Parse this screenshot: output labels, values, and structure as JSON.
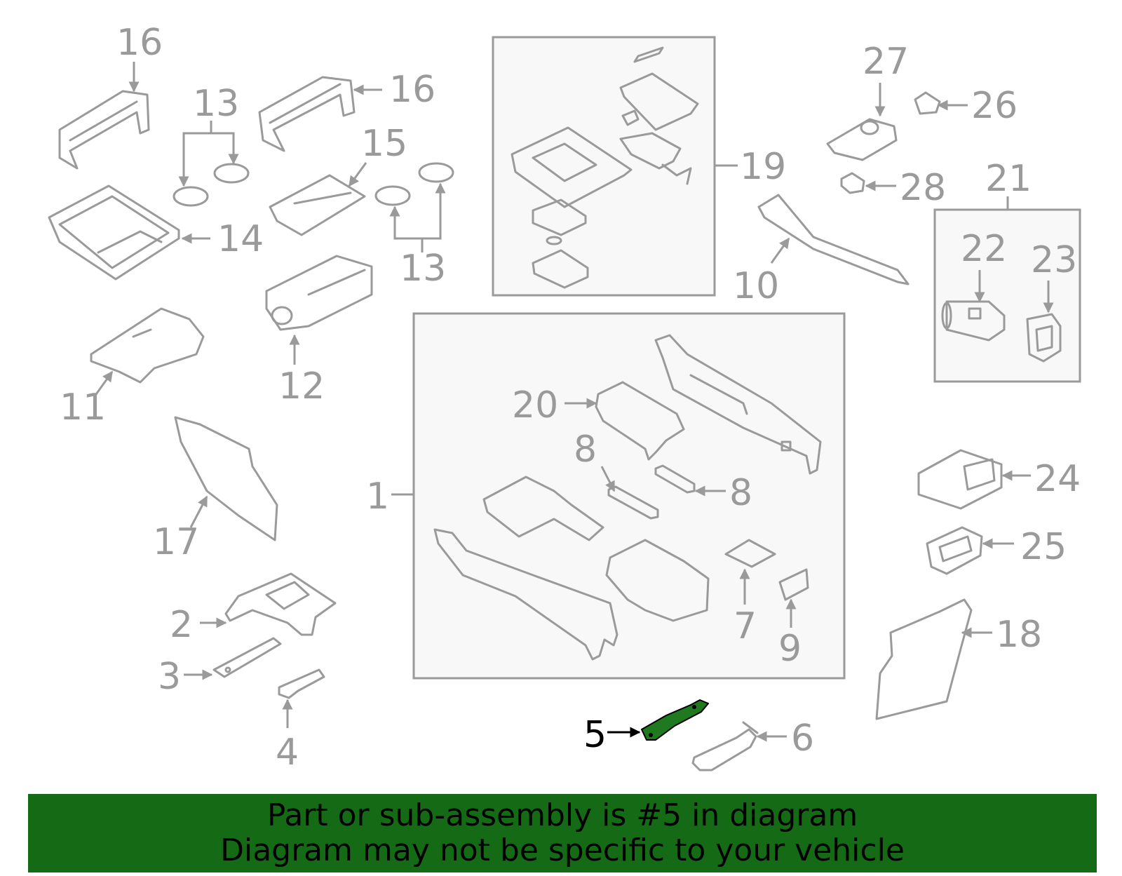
{
  "diagram": {
    "highlighted_part": "5",
    "callouts": {
      "c1": "1",
      "c2": "2",
      "c3": "3",
      "c4": "4",
      "c5": "5",
      "c6": "6",
      "c7": "7",
      "c8a": "8",
      "c8b": "8",
      "c9": "9",
      "c10": "10",
      "c11": "11",
      "c12": "12",
      "c13a": "13",
      "c13b": "13",
      "c14": "14",
      "c15": "15",
      "c16a": "16",
      "c16b": "16",
      "c17": "17",
      "c18": "18",
      "c19": "19",
      "c20": "20",
      "c21": "21",
      "c22": "22",
      "c23": "23",
      "c24": "24",
      "c25": "25",
      "c26": "26",
      "c27": "27",
      "c28": "28"
    },
    "colors": {
      "highlight": "#1f7a1f",
      "outline": "#9a9a9a",
      "banner": "#156b15"
    }
  },
  "banner": {
    "line1": "Part or sub-assembly is #5 in diagram",
    "line2": "Diagram may not be specific to your vehicle"
  }
}
